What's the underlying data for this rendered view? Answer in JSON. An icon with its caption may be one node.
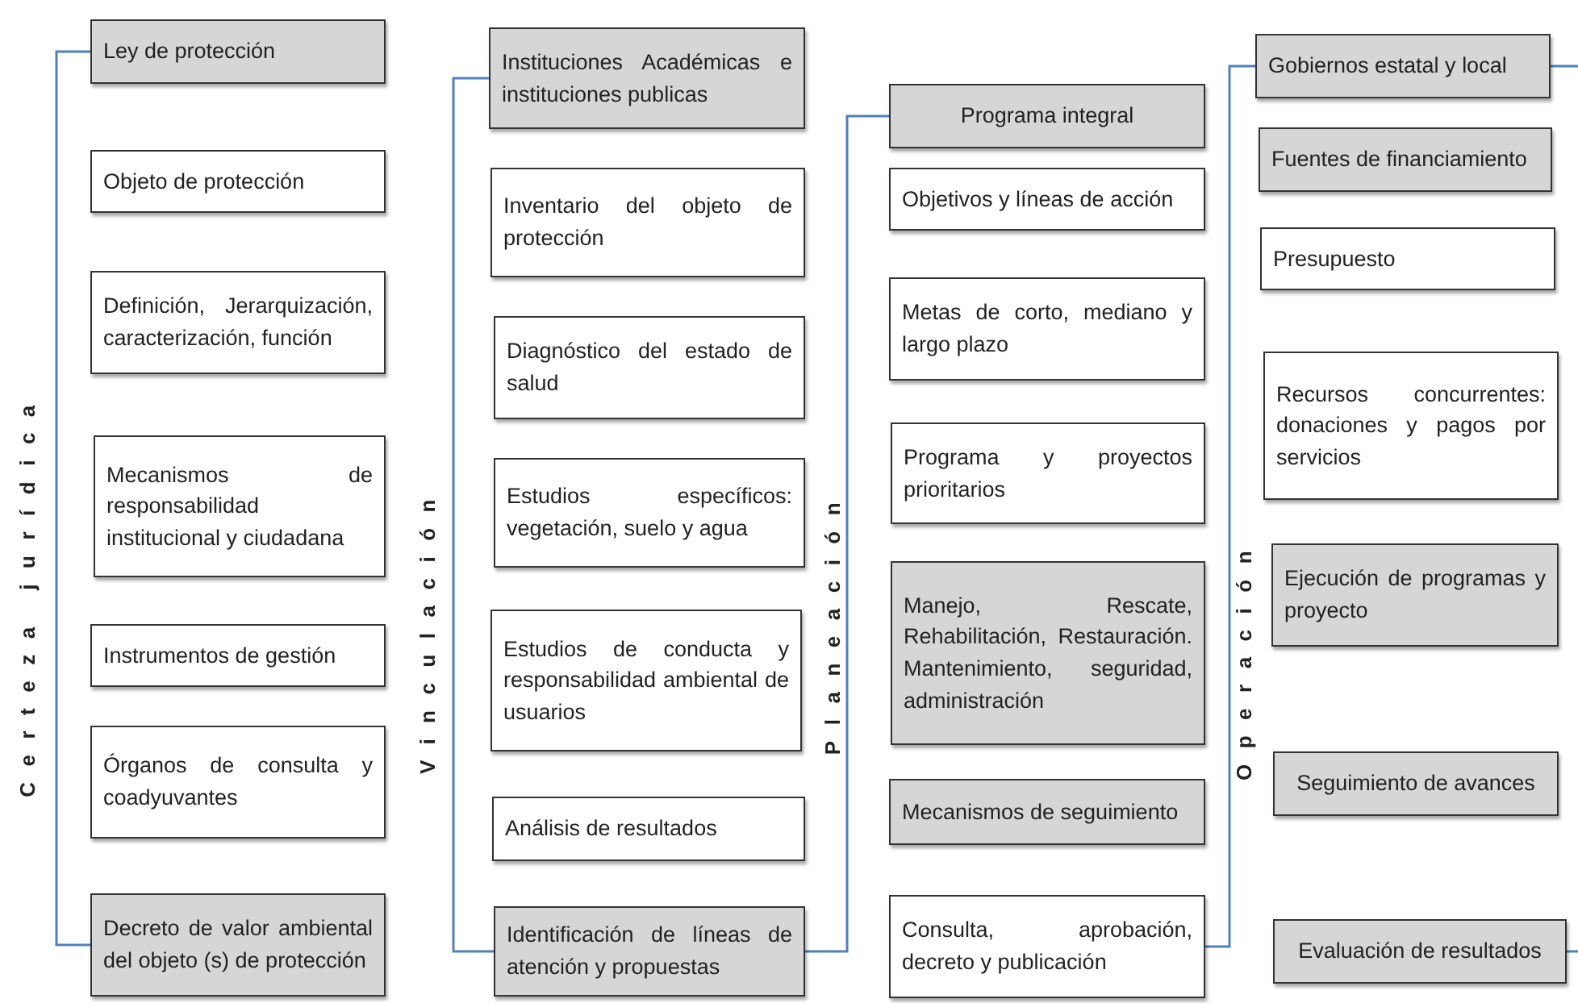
{
  "diagram": {
    "nodes": [
      {
        "text": [
          "Ley de protección"
        ]
      },
      {
        "text": [
          "Objeto de protección"
        ]
      },
      {
        "text": [
          "Definición, Jerarquización, caracterización, función"
        ]
      },
      {
        "text": [
          "Mecanismos de responsabilidad institucional y ciudadana"
        ]
      },
      {
        "text": [
          "Instrumentos de gestión"
        ]
      },
      {
        "text": [
          "Órganos de consulta y coadyuvantes"
        ]
      },
      {
        "text": [
          "Decreto de valor ambiental del objeto (s) de protección"
        ]
      },
      {
        "text": [
          "Instituciones Académicas e instituciones publicas"
        ]
      },
      {
        "text": [
          "Inventario del objeto de protección"
        ]
      },
      {
        "text": [
          "Diagnóstico del estado de salud"
        ]
      },
      {
        "text": [
          "Estudios específicos: vegetación, suelo y agua"
        ]
      },
      {
        "text": [
          "Estudios de conducta y responsabilidad ambiental de usuarios"
        ]
      },
      {
        "text": [
          "Análisis de resultados"
        ]
      },
      {
        "text": [
          "Identificación de líneas de atención y propuestas"
        ]
      },
      {
        "text": [
          "Programa integral"
        ]
      },
      {
        "text": [
          "Objetivos y líneas de acción"
        ]
      },
      {
        "text": [
          "Metas de corto, mediano y largo plazo"
        ]
      },
      {
        "text": [
          "Programa y proyectos prioritarios"
        ]
      },
      {
        "text": [
          "Manejo, Rescate, Rehabilitación, Restauración. Mantenimiento, seguridad, administración"
        ]
      },
      {
        "text": [
          "Mecanismos de seguimiento"
        ]
      },
      {
        "text": [
          "Consulta, aprobación, decreto y publicación"
        ]
      },
      {
        "text": [
          "Gobiernos estatal y local"
        ]
      },
      {
        "text": [
          "Fuentes de financiamiento"
        ]
      },
      {
        "text": [
          "Presupuesto"
        ]
      },
      {
        "text": [
          "Recursos concurrentes: donaciones y pagos por servicios"
        ]
      },
      {
        "text": [
          "Ejecución de programas y proyecto"
        ]
      },
      {
        "text": [
          "Seguimiento de avances"
        ]
      },
      {
        "text": [
          "Evaluación de resultados"
        ]
      }
    ],
    "edges": [
      {
        "from": 0,
        "to": 6,
        "arrow": "none"
      },
      {
        "from": 7,
        "to": 13,
        "arrow": "none"
      },
      {
        "from": 13,
        "to": 14,
        "arrow": "none"
      },
      {
        "from": 20,
        "to": 21,
        "arrow": "none"
      },
      {
        "from": 21,
        "to": null,
        "arrow": "none"
      },
      {
        "from": 27,
        "to": null,
        "arrow": "none"
      }
    ],
    "labels": [
      "Certeza jurídica",
      "Vinculación",
      "Planeación",
      "Operación"
    ]
  }
}
